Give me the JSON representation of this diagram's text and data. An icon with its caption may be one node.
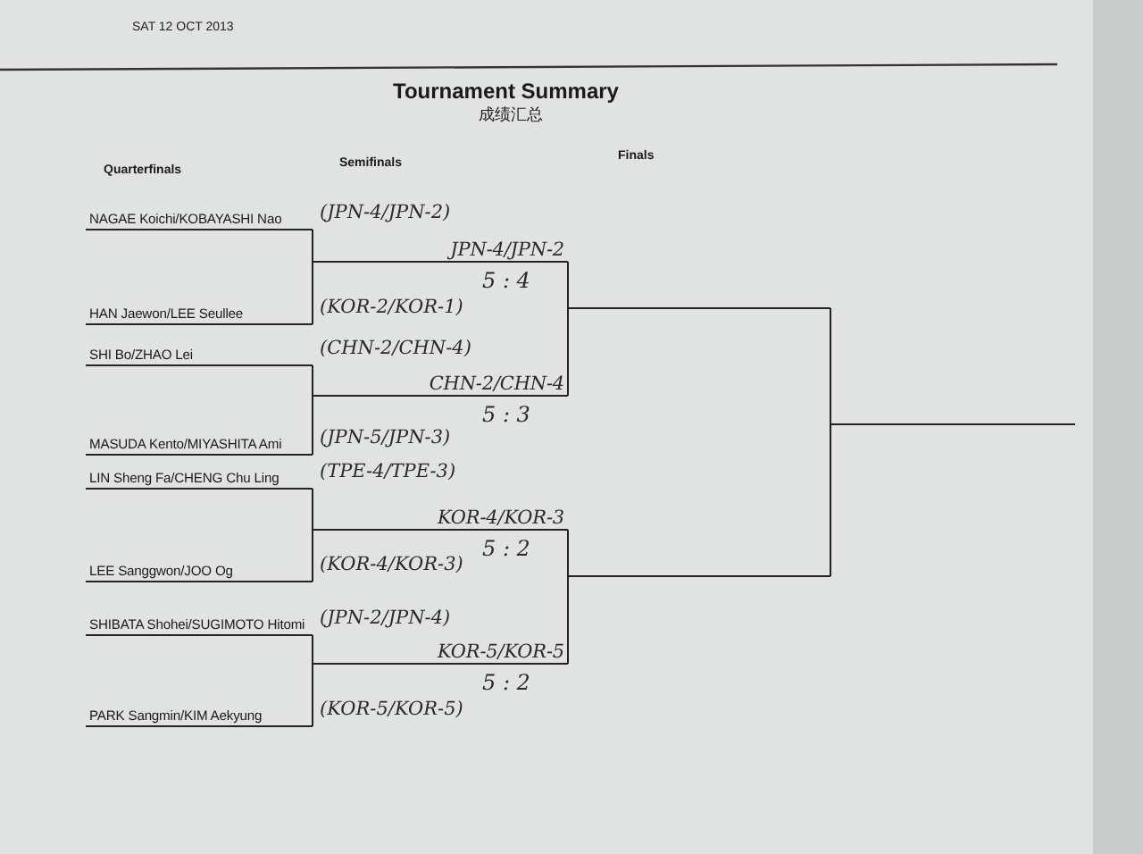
{
  "diagram": {
    "title": "Tournament Summary",
    "nodes": [
      {
        "text": [
          "NAGAE Koichi/KOBAYASHI Nao"
        ],
        "beside": [
          "(JPN-4/JPN-2)"
        ]
      },
      {
        "text": [
          "HAN Jaewon/LEE Seullee"
        ],
        "beside": [
          "(KOR-2/KOR-1)"
        ]
      },
      {
        "text": [
          "SHI Bo/ZHAO Lei"
        ],
        "beside": [
          "(CHN-2/CHN-4)"
        ]
      },
      {
        "text": [
          "MASUDA Kento/MIYASHITA Ami"
        ],
        "beside": [
          "(JPN-5/JPN-3)"
        ]
      },
      {
        "text": [
          "LIN Sheng Fa/CHENG Chu Ling"
        ],
        "beside": [
          "(TPE-4/TPE-3)"
        ]
      },
      {
        "text": [
          "LEE Sanggwon/JOO Og"
        ],
        "beside": [
          "(KOR-4/KOR-3)"
        ]
      },
      {
        "text": [
          "SHIBATA Shohei/SUGIMOTO Hitomi"
        ],
        "beside": [
          "(JPN-2/JPN-4)"
        ]
      },
      {
        "text": [
          "PARK Sangmin/KIM Aekyung"
        ],
        "beside": [
          "(KOR-5/KOR-5)"
        ]
      },
      {
        "text": [
          "JPN-4/JPN-2"
        ],
        "beside": [
          "5 : 4"
        ]
      },
      {
        "text": [
          "CHN-2/CHN-4"
        ],
        "beside": [
          "5 : 3"
        ]
      },
      {
        "text": [
          "KOR-4/KOR-3"
        ],
        "beside": [
          "5 : 2"
        ]
      },
      {
        "text": [
          "KOR-5/KOR-5"
        ],
        "beside": [
          "5 : 2"
        ]
      },
      {
        "text": [],
        "shape": "line"
      },
      {
        "text": [],
        "shape": "line"
      },
      {
        "text": [],
        "shape": "line"
      }
    ],
    "edges": [
      {
        "from": 0,
        "to": 8,
        "arrow": "none"
      },
      {
        "from": 1,
        "to": 8,
        "arrow": "none"
      },
      {
        "from": 2,
        "to": 9,
        "arrow": "none"
      },
      {
        "from": 3,
        "to": 9,
        "arrow": "none"
      },
      {
        "from": 4,
        "to": 10,
        "arrow": "none"
      },
      {
        "from": 5,
        "to": 10,
        "arrow": "none"
      },
      {
        "from": 6,
        "to": 11,
        "arrow": "none"
      },
      {
        "from": 7,
        "to": 11,
        "arrow": "none"
      },
      {
        "from": 8,
        "to": 12,
        "arrow": "none"
      },
      {
        "from": 9,
        "to": 12,
        "arrow": "none"
      },
      {
        "from": 10,
        "to": 13,
        "arrow": "none"
      },
      {
        "from": 11,
        "to": 13,
        "arrow": "none"
      },
      {
        "from": 12,
        "to": 14,
        "arrow": "none"
      },
      {
        "from": 13,
        "to": 14,
        "arrow": "none"
      }
    ],
    "labels": [
      "SAT 12 OCT 2013",
      "成绩汇总",
      "Quarterfinals",
      "Semifinals",
      "Finals"
    ]
  }
}
